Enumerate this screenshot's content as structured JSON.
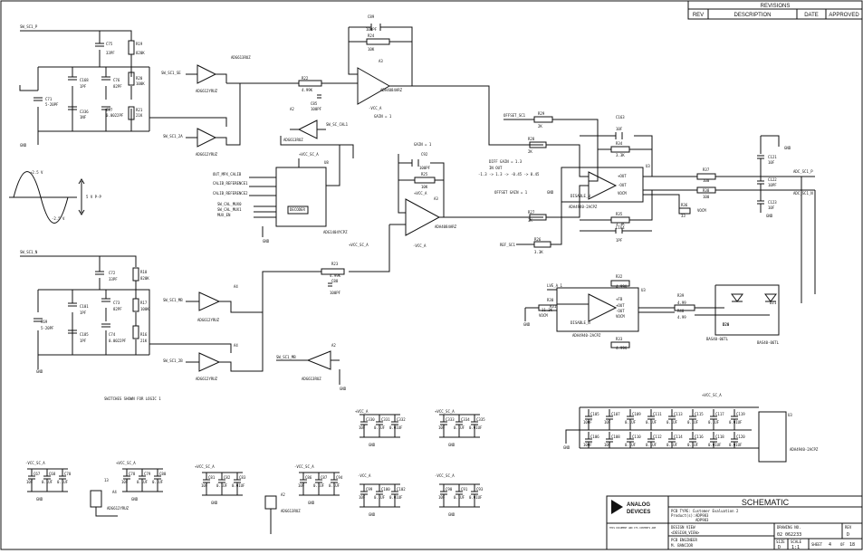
{
  "revisions": {
    "title": "REVISIONS",
    "headers": [
      "REV",
      "DESCRIPTION",
      "DATE",
      "APPROVED"
    ]
  },
  "title_block": {
    "logo_line1": "ANALOG",
    "logo_line2": "DEVICES",
    "title": "SCHEMATIC",
    "pcb_type_label": "PCB TYPE",
    "pcb_type": ": Customer Evaluation 2",
    "products_label": "Product(s):",
    "products_1": "ADP983",
    "products_2": "ADP983",
    "design_view_label": "DESIGN VIEW",
    "design_view": "<DESIGN_VIEW>",
    "pcb_engineer_label": "PCB ENGINEER",
    "pcb_engineer": "M. BANCIOR",
    "drawing_no_label": "DRAWING NO.",
    "drawing_no": "02 062233",
    "rev_label": "REV",
    "rev": "D",
    "size_label": "SIZE",
    "size": "D",
    "scale_label": "SCALE",
    "scale": "1:1",
    "sheet_label": "SHEET",
    "sheet": "4",
    "of_label": "OF",
    "of": "18"
  },
  "nets": {
    "sw_sc1_p": "SW_SC1_P",
    "sw_sc1_n": "SW_SC1_N",
    "sw_sc1_se": "SW_SC1_SE",
    "sw_sc1_2a": "SW_SC1_2A",
    "sw_sc1_2b": "SW_SC1_2B",
    "sw_sc1_mb": "SW_SC1_MB",
    "sw_sc1_cal": "SW_SC_CAL1",
    "offset_sc1": "OFFSET_SC1",
    "ref_sc1": "REF_SC1",
    "adc_sc1_p": "ADC_SC1_P",
    "adc_sc1_n": "ADC_SC1_N",
    "vcom": "VOCM",
    "gnd": "GND",
    "out_mpx": "OUT_MPX_CALIB",
    "calib_ref1": "CALIB_REFERENCE1",
    "calib_ref2": "CALIB_REFERENCE2",
    "sw_cal_mux0": "SW_CAL_MUX0",
    "sw_cal_mux1": "SW_CAL_MUX1",
    "mux_en": "MUX_EN",
    "vcc_a": "+VCC_A",
    "vee_a": "-VCC_A",
    "vcc_sc_a": "+VCC_SC_A",
    "vee_sc_a": "-VCC_SC_A",
    "lvl_a": "LVE_A_1"
  },
  "parts": {
    "u4": "ADG612YRUZ",
    "u4b": "ADG612YRUZ",
    "u4c": "ADG612YRUZ",
    "u4d": "ADG612YRUZ",
    "a2": "ADG613RUZ",
    "a2b": "ADG613RUZ",
    "a3": "ADA4084ARZ",
    "a3b": "ADA4084ARZ",
    "u8": "ADG1404YCPZ",
    "u3": "ADA4940-2ACPZ",
    "u3b": "ADA4940-2ACPZ",
    "u3c": "ADA4940-2ACPZ",
    "d20": "BAS40-06TL",
    "d21": "BAS40-06TL"
  },
  "labels": {
    "gain1": "GAIN = 1",
    "gain2": "GAIN = 1",
    "diff_gain": "DIFF GAIN = 1.3",
    "in_out": "IN        OUT",
    "range": "-1.3 -> 1.3  ->  -0.45 -> 0.45",
    "offset_gain": "OFFSET GAIN = 1",
    "switches": "SWITCHES SHOWN FOR LOGIC 1",
    "disable": "DISABLE_N",
    "sine_amp": "+2.5 V",
    "sine_amp_n": "-2.5 V",
    "pp": "5 V P-P",
    "lvl": "LVL"
  },
  "components": {
    "C75": "C75",
    "C75v": "33PF",
    "R19": "R19",
    "R19v": "820K",
    "C168": "C168",
    "C168v": "1PF",
    "C76": "C76",
    "C76v": "82PF",
    "R20": "R20",
    "R20v": "100K",
    "C71": "C71",
    "C71v": "5-20PF",
    "C336": "C336",
    "C336v": "1NF",
    "C77": "C77",
    "C77v": "0.0022PF",
    "R21": "R21",
    "R21v": "21K",
    "C89": "C89",
    "C89v": "100PF",
    "R24": "R24",
    "R24v": "10K",
    "R22": "R22",
    "R22v": "4.99K",
    "C85": "C85",
    "C85v": "100PF",
    "R29": "R29",
    "R29v": "2K",
    "R28": "R28",
    "R28v": "2K",
    "C163": "C163",
    "C163v": "10F",
    "R34": "R34",
    "R34v": "3.3K",
    "R37": "R37",
    "R37v": "100",
    "C121": "C121",
    "C121v": "10F",
    "R38": "R38",
    "R38v": "100",
    "C122": "C122",
    "C122v": "10PF",
    "C123": "C123",
    "C123v": "10F",
    "R36": "R36",
    "R36v": "33",
    "C92": "C92",
    "C92v": "100PF",
    "R25": "R25",
    "R25v": "10K",
    "R27": "R27",
    "R27v": "3K",
    "R35": "R35",
    "R35v": "3.3K",
    "C164": "C164",
    "C164v": "1PF",
    "R26": "R26",
    "R26v": "3.3K",
    "C72": "C72",
    "C72v": "33PF",
    "R18": "R18",
    "R18v": "820K",
    "C101": "C101",
    "C101v": "1PF",
    "C73": "C73",
    "C73v": "82PF",
    "R17": "R17",
    "R17v": "100K",
    "C69": "C69",
    "C69v": "5-20PF",
    "C185": "C185",
    "C185v": "1PF",
    "C74": "C74",
    "C74v": "0.0022PF",
    "R16": "R16",
    "R16v": "21K",
    "R23": "R23",
    "R23v": "4.99K",
    "C88": "C88",
    "C88v": "100PF",
    "R32": "R32",
    "R32v": "4.99K",
    "R30": "R30",
    "R30v": "11.3K",
    "R31": "R31",
    "R31v": "11.3K",
    "R33": "R33",
    "R33v": "4.99K",
    "R39": "R39",
    "R39v": "4.99",
    "R40": "R40",
    "R40v": "4.99"
  },
  "decoupling": {
    "top_row": [
      {
        "ref": "C105",
        "val": "100F"
      },
      {
        "ref": "C107",
        "val": "10F"
      },
      {
        "ref": "C109",
        "val": "0.1UF"
      },
      {
        "ref": "C111",
        "val": "0.1UF"
      },
      {
        "ref": "C113",
        "val": "0.1UF"
      },
      {
        "ref": "C115",
        "val": "0.1UF"
      },
      {
        "ref": "C117",
        "val": "0.1UF"
      },
      {
        "ref": "C119",
        "val": "0.01UF"
      }
    ],
    "bot_row": [
      {
        "ref": "C106",
        "val": "100F"
      },
      {
        "ref": "C108",
        "val": "10F"
      },
      {
        "ref": "C110",
        "val": "0.1UF"
      },
      {
        "ref": "C112",
        "val": "0.1UF"
      },
      {
        "ref": "C114",
        "val": "0.1UF"
      },
      {
        "ref": "C116",
        "val": "0.1UF"
      },
      {
        "ref": "C118",
        "val": "0.01UF"
      },
      {
        "ref": "C120",
        "val": "0.01UF"
      }
    ],
    "g1": [
      {
        "ref": "C330",
        "val": "10F"
      },
      {
        "ref": "C331",
        "val": "0.1UF"
      },
      {
        "ref": "C332",
        "val": "0.01UF"
      }
    ],
    "g2": [
      {
        "ref": "C333",
        "val": "10F"
      },
      {
        "ref": "C334",
        "val": "0.1UF"
      },
      {
        "ref": "C335",
        "val": "0.01UF"
      }
    ],
    "g3": [
      {
        "ref": "C99",
        "val": "10F"
      },
      {
        "ref": "C100",
        "val": "0.1UF"
      },
      {
        "ref": "C102",
        "val": "0.01UF"
      }
    ],
    "g4": [
      {
        "ref": "C90",
        "val": "10F"
      },
      {
        "ref": "C91",
        "val": "0.1UF"
      },
      {
        "ref": "C93",
        "val": "0.01UF"
      }
    ],
    "b1": [
      {
        "ref": "C67",
        "val": "10F"
      },
      {
        "ref": "C68",
        "val": "0.1UF"
      },
      {
        "ref": "C70",
        "val": "0.1UF"
      }
    ],
    "b2": [
      {
        "ref": "C78",
        "val": "10F"
      },
      {
        "ref": "C79",
        "val": "0.1UF"
      },
      {
        "ref": "C80",
        "val": "0.1UF"
      }
    ],
    "b3": [
      {
        "ref": "C81",
        "val": "10F"
      },
      {
        "ref": "C82",
        "val": "0.1UF"
      },
      {
        "ref": "C83",
        "val": "0.01UF"
      }
    ],
    "b4": [
      {
        "ref": "C86",
        "val": "10F"
      },
      {
        "ref": "C87",
        "val": "0.1UF"
      },
      {
        "ref": "C94",
        "val": "0.1UF"
      }
    ]
  }
}
